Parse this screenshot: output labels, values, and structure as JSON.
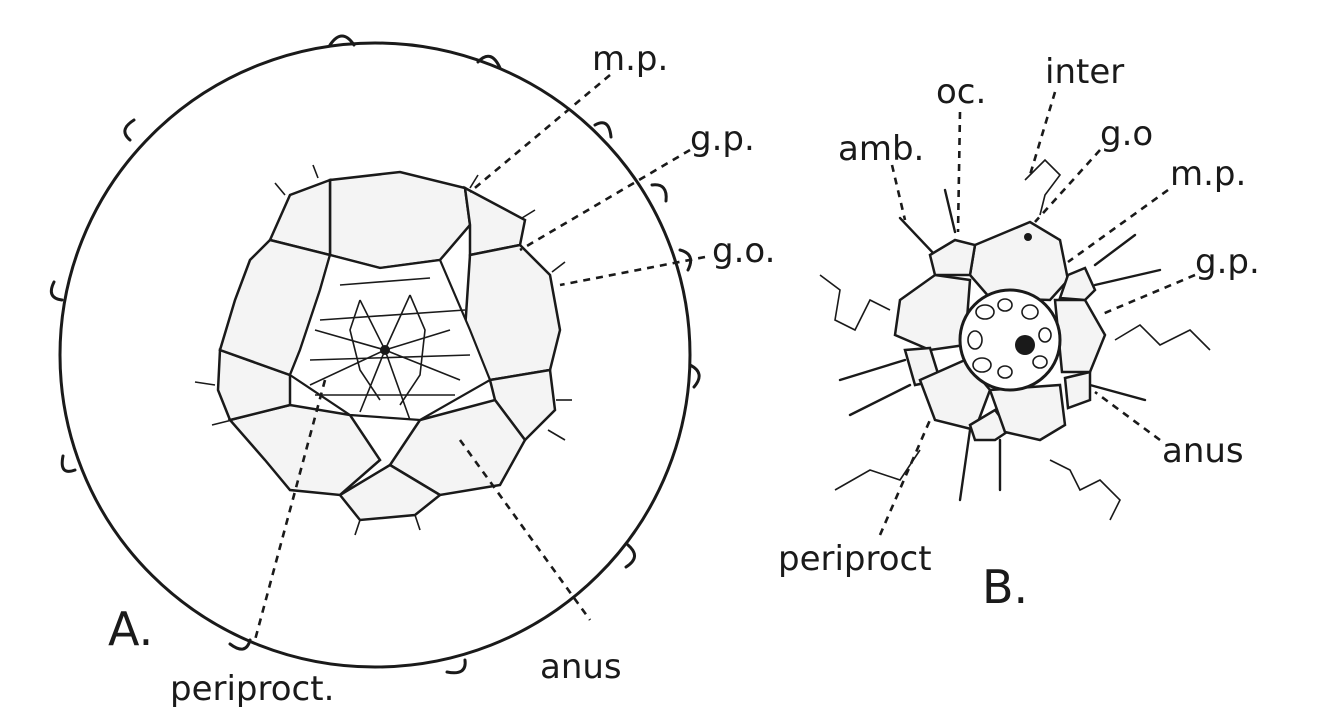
{
  "figure_a": {
    "panel_letter": "A.",
    "labels": {
      "madreporite": "m.p.",
      "genital_plate": "g.p.",
      "genital_opening": "g.o.",
      "periproct": "periproct.",
      "anus": "anus"
    }
  },
  "figure_b": {
    "panel_letter": "B.",
    "labels": {
      "ambulacral": "amb.",
      "ocular": "oc.",
      "interambulacral": "inter",
      "genital_opening": "g.o",
      "madreporite": "m.p.",
      "genital_plate": "g.p.",
      "anus": "anus",
      "periproct": "periproct"
    }
  }
}
